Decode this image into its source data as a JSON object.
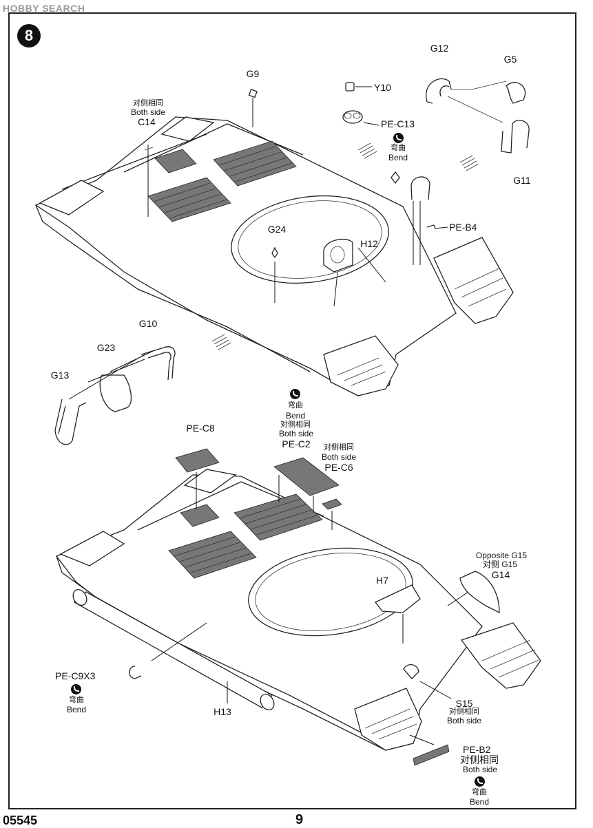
{
  "watermark": "HOBBY SEARCH",
  "step": {
    "number": "8"
  },
  "footer": {
    "product_code": "05545",
    "page_number": "9"
  },
  "upper_assembly": {
    "labels": {
      "g9": "G9",
      "y10": "Y10",
      "pe_c13": "PE-C13",
      "g12": "G12",
      "g5": "G5",
      "g11": "G11",
      "c14_cn": "对侧相同",
      "c14_en": "Both side",
      "c14": "C14",
      "pe_b4": "PE-B4",
      "g24": "G24",
      "h12": "H12",
      "bend_cn": "弯曲",
      "bend_en": "Bend"
    }
  },
  "handrails": {
    "labels": {
      "g10": "G10",
      "g23": "G23",
      "g13": "G13"
    }
  },
  "lower_assembly": {
    "labels": {
      "bend1_cn": "弯曲",
      "bend1_en": "Bend",
      "pe_c2_cn": "对侧相同",
      "pe_c2_en": "Both side",
      "pe_c2": "PE-C2",
      "pe_c8": "PE-C8",
      "pe_c6_cn": "对侧相同",
      "pe_c6_en": "Both side",
      "pe_c6": "PE-C6",
      "opposite_en": "Opposite G15",
      "opposite_cn": "对侧 G15",
      "g14": "G14",
      "h7": "H7",
      "pe_c9x3": "PE-C9X3",
      "bend2_cn": "弯曲",
      "bend2_en": "Bend",
      "h13": "H13",
      "s15": "S15",
      "s15_cn": "对侧相同",
      "s15_en": "Both side",
      "pe_b2": "PE-B2",
      "pe_b2_cn": "对侧相同",
      "pe_b2_en": "Both side",
      "bend3_cn": "弯曲",
      "bend3_en": "Bend"
    }
  }
}
